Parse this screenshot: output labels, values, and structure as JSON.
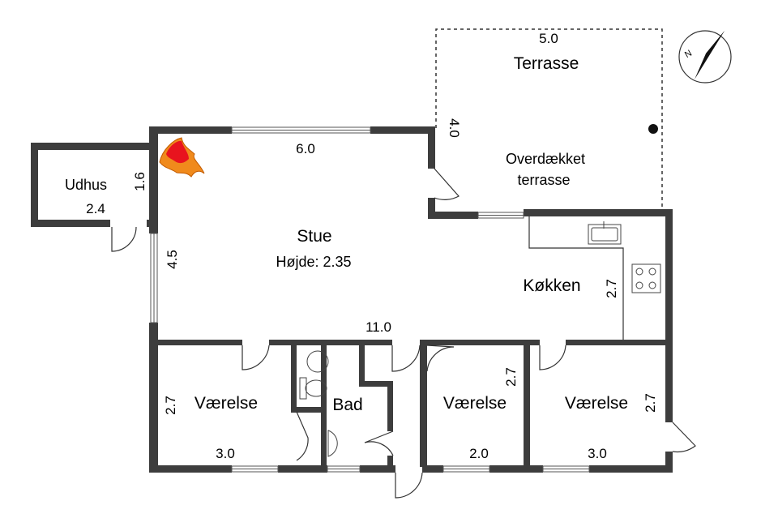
{
  "rooms": {
    "terrace": "Terrasse",
    "covered_terrace_line1": "Overdækket",
    "covered_terrace_line2": "terrasse",
    "outhouse": "Udhus",
    "living": "Stue",
    "living_height": "Højde: 2.35",
    "kitchen": "Køkken",
    "bedroom1": "Værelse",
    "bath": "Bad",
    "bedroom2": "Værelse",
    "bedroom3": "Værelse"
  },
  "dimensions": {
    "terrace_width": "5.0",
    "terrace_depth": "4.0",
    "living_top": "6.0",
    "outhouse_height": "1.6",
    "outhouse_width": "2.4",
    "living_depth": "4.5",
    "house_length": "11.0",
    "kitchen_depth": "2.7",
    "bedroom1_depth": "2.7",
    "bedroom1_width": "3.0",
    "bedroom2_depth": "2.7",
    "bedroom2_width": "2.0",
    "bedroom3_depth": "2.7",
    "bedroom3_width": "3.0"
  },
  "compass": {
    "north_label": "N"
  },
  "colors": {
    "wall": "#3d3d3d",
    "flame_outer": "#f08a1c",
    "flame_inner": "#e8141e"
  }
}
